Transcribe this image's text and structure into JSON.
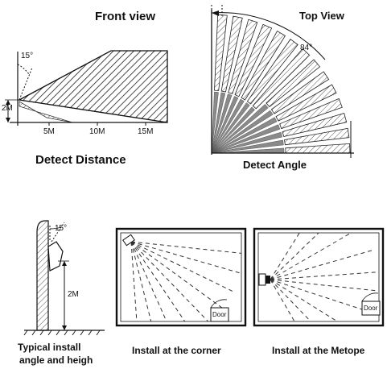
{
  "front_view": {
    "title": "Front view",
    "caption": "Detect Distance",
    "angle_label": "15°",
    "height_label": "2M",
    "ticks": [
      "5M",
      "10M",
      "15M"
    ]
  },
  "top_view": {
    "title": "Top View",
    "caption": "Detect Angle",
    "angle_label": "84°"
  },
  "install_typical": {
    "caption_line1": "Typical install",
    "caption_line2": "angle and heigh",
    "angle_label": "15°",
    "height_label": "2M"
  },
  "install_corner": {
    "caption": "Install at the corner",
    "door_label": "Door"
  },
  "install_metope": {
    "caption": "Install at the Metope",
    "door_label": "Door"
  }
}
